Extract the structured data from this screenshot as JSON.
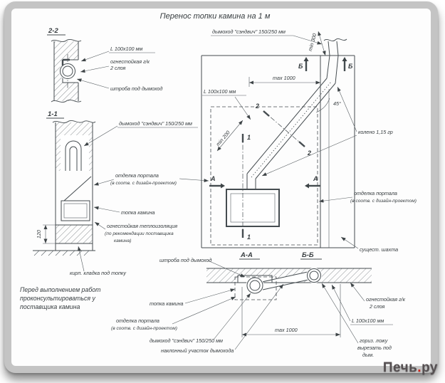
{
  "title": "Перенос топки камина на 1 м",
  "colors": {
    "line": "#454c50",
    "frame": "#c4c4c4",
    "logo_text": "#565052",
    "logo_accent": "#d6281e"
  },
  "sections": {
    "s22": "2-2",
    "s11": "1-1",
    "sAA": "А-А",
    "sBB": "Б-Б"
  },
  "view22": {
    "l_angle": "L 100x100 мм",
    "gkl1": "огнестойкая г/к",
    "gkl2": "2 слоя",
    "shtroba": "штроба под дымоход"
  },
  "view11": {
    "sandwich": "дымоход \"сэндвич\" 150/250 мм",
    "portal1": "отделка портала",
    "portal2": "(в соотв. с дизайн-проектом)",
    "topka": "топка камина",
    "insul1": "огнестойкая теплоизоляция",
    "insul2": "(по рекомендации поставщика",
    "insul3": "камина)",
    "kladka": "кирп. кладка под топку",
    "dim120": "120"
  },
  "main": {
    "sandwich": "дымоход \"сэндвич\" 150/250 мм",
    "min300": "min 300",
    "max1000": "max 1000",
    "l_angle": "L 100x100 мм",
    "min200": "min 200",
    "angle45": "45°",
    "koleno": "колено 1,15 гр",
    "portal1": "отделка портала",
    "portal2": "(в соотв. с дизайн-проектом)",
    "shahta": "сущест. шахта",
    "markB": "Б",
    "markA": "А",
    "mark1": "1",
    "mark2": "2"
  },
  "bottom": {
    "shtroba": "штроба под дымоход",
    "topka": "топка камина",
    "portal1": "отделка портала",
    "portal2": "(в соотв. с дизайн-проектом)",
    "sandwich": "дымоход \"сэндвич\" 150/250 мм",
    "naklon": "наклонный участок дымохода",
    "max1000": "max 1000",
    "gkl1": "огнестойкая г/к",
    "gkl2": "2 слоя",
    "l_angle": "L 100x100 мм",
    "goriz1": "гориз. ложу",
    "goriz2": "вырезать под",
    "goriz3": "дым."
  },
  "note": {
    "line1": "Перед выполнением работ",
    "line2": "проконсультироваться у",
    "line3": "поставщика камина"
  },
  "logo": {
    "part1": "Печь",
    "dot": ".",
    "part2": "ру"
  }
}
